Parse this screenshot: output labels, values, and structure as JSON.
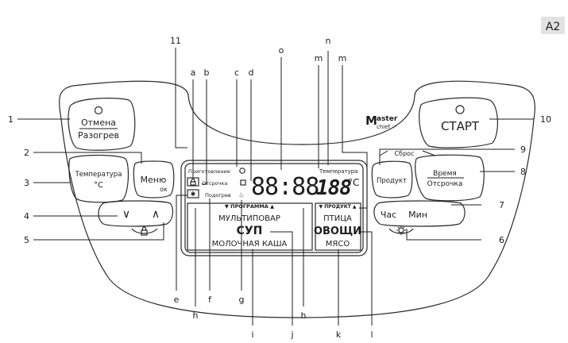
{
  "page_tag": "A2",
  "brand": {
    "line1": "Master",
    "line2": "chief"
  },
  "buttons": {
    "cancel_top": "Отмена",
    "cancel_bottom": "Разогрев",
    "temp_line1": "Температура",
    "temp_line2": "°C",
    "menu_top": "Меню",
    "menu_bottom": "ок",
    "down_symbol": "∨",
    "up_symbol": "∧",
    "start": "СТАРТ",
    "reset": "Сброс",
    "product": "Продукт",
    "time_top": "Время",
    "time_bottom": "Отсрочка",
    "hour": "Час",
    "minute": "Мин"
  },
  "display": {
    "prep_label": "Приготовление",
    "delay_label": "Отсрочка",
    "warm_label": "Подогрев",
    "temp_label": "Температура",
    "temp_value": "188",
    "temp_unit": "°C",
    "digits": "88:88",
    "program_label": "▼ ПРОГРАММА ▲",
    "programs": [
      "МУЛЬТИПОВАР",
      "СУП",
      "МОЛОЧНАЯ КАША"
    ],
    "product_label": "▼ ПРОДУКТ ▲",
    "products": [
      "ПТИЦА",
      "ОВОЩИ",
      "МЯСО"
    ]
  },
  "callouts": {
    "left": [
      "1",
      "2",
      "3",
      "4",
      "5"
    ],
    "right": [
      "10",
      "9",
      "8",
      "7",
      "6"
    ],
    "top": [
      "11",
      "a",
      "b",
      "c",
      "d",
      "o",
      "m",
      "n",
      "m"
    ],
    "bottom": [
      "e",
      "h",
      "f",
      "g",
      "h",
      "i",
      "j",
      "k",
      "l"
    ]
  }
}
